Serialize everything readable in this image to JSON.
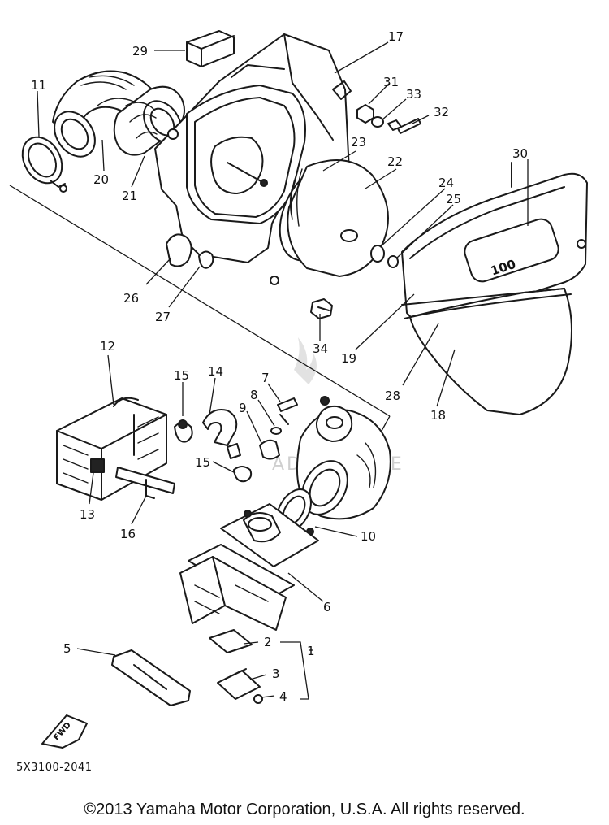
{
  "diagram": {
    "callouts": [
      "1",
      "2",
      "3",
      "4",
      "5",
      "6",
      "7",
      "8",
      "9",
      "10",
      "11",
      "12",
      "13",
      "14",
      "15",
      "15",
      "16",
      "17",
      "18",
      "19",
      "20",
      "21",
      "22",
      "23",
      "24",
      "25",
      "26",
      "27",
      "28",
      "29",
      "30",
      "31",
      "32",
      "33",
      "34"
    ],
    "cover_badge": "100",
    "fwd_label": "FWD",
    "part_code": "5X3100-2041",
    "watermark": "ADVENTURE"
  },
  "footer": {
    "copyright": "©2013 Yamaha Motor Corporation, U.S.A. All rights reserved."
  }
}
